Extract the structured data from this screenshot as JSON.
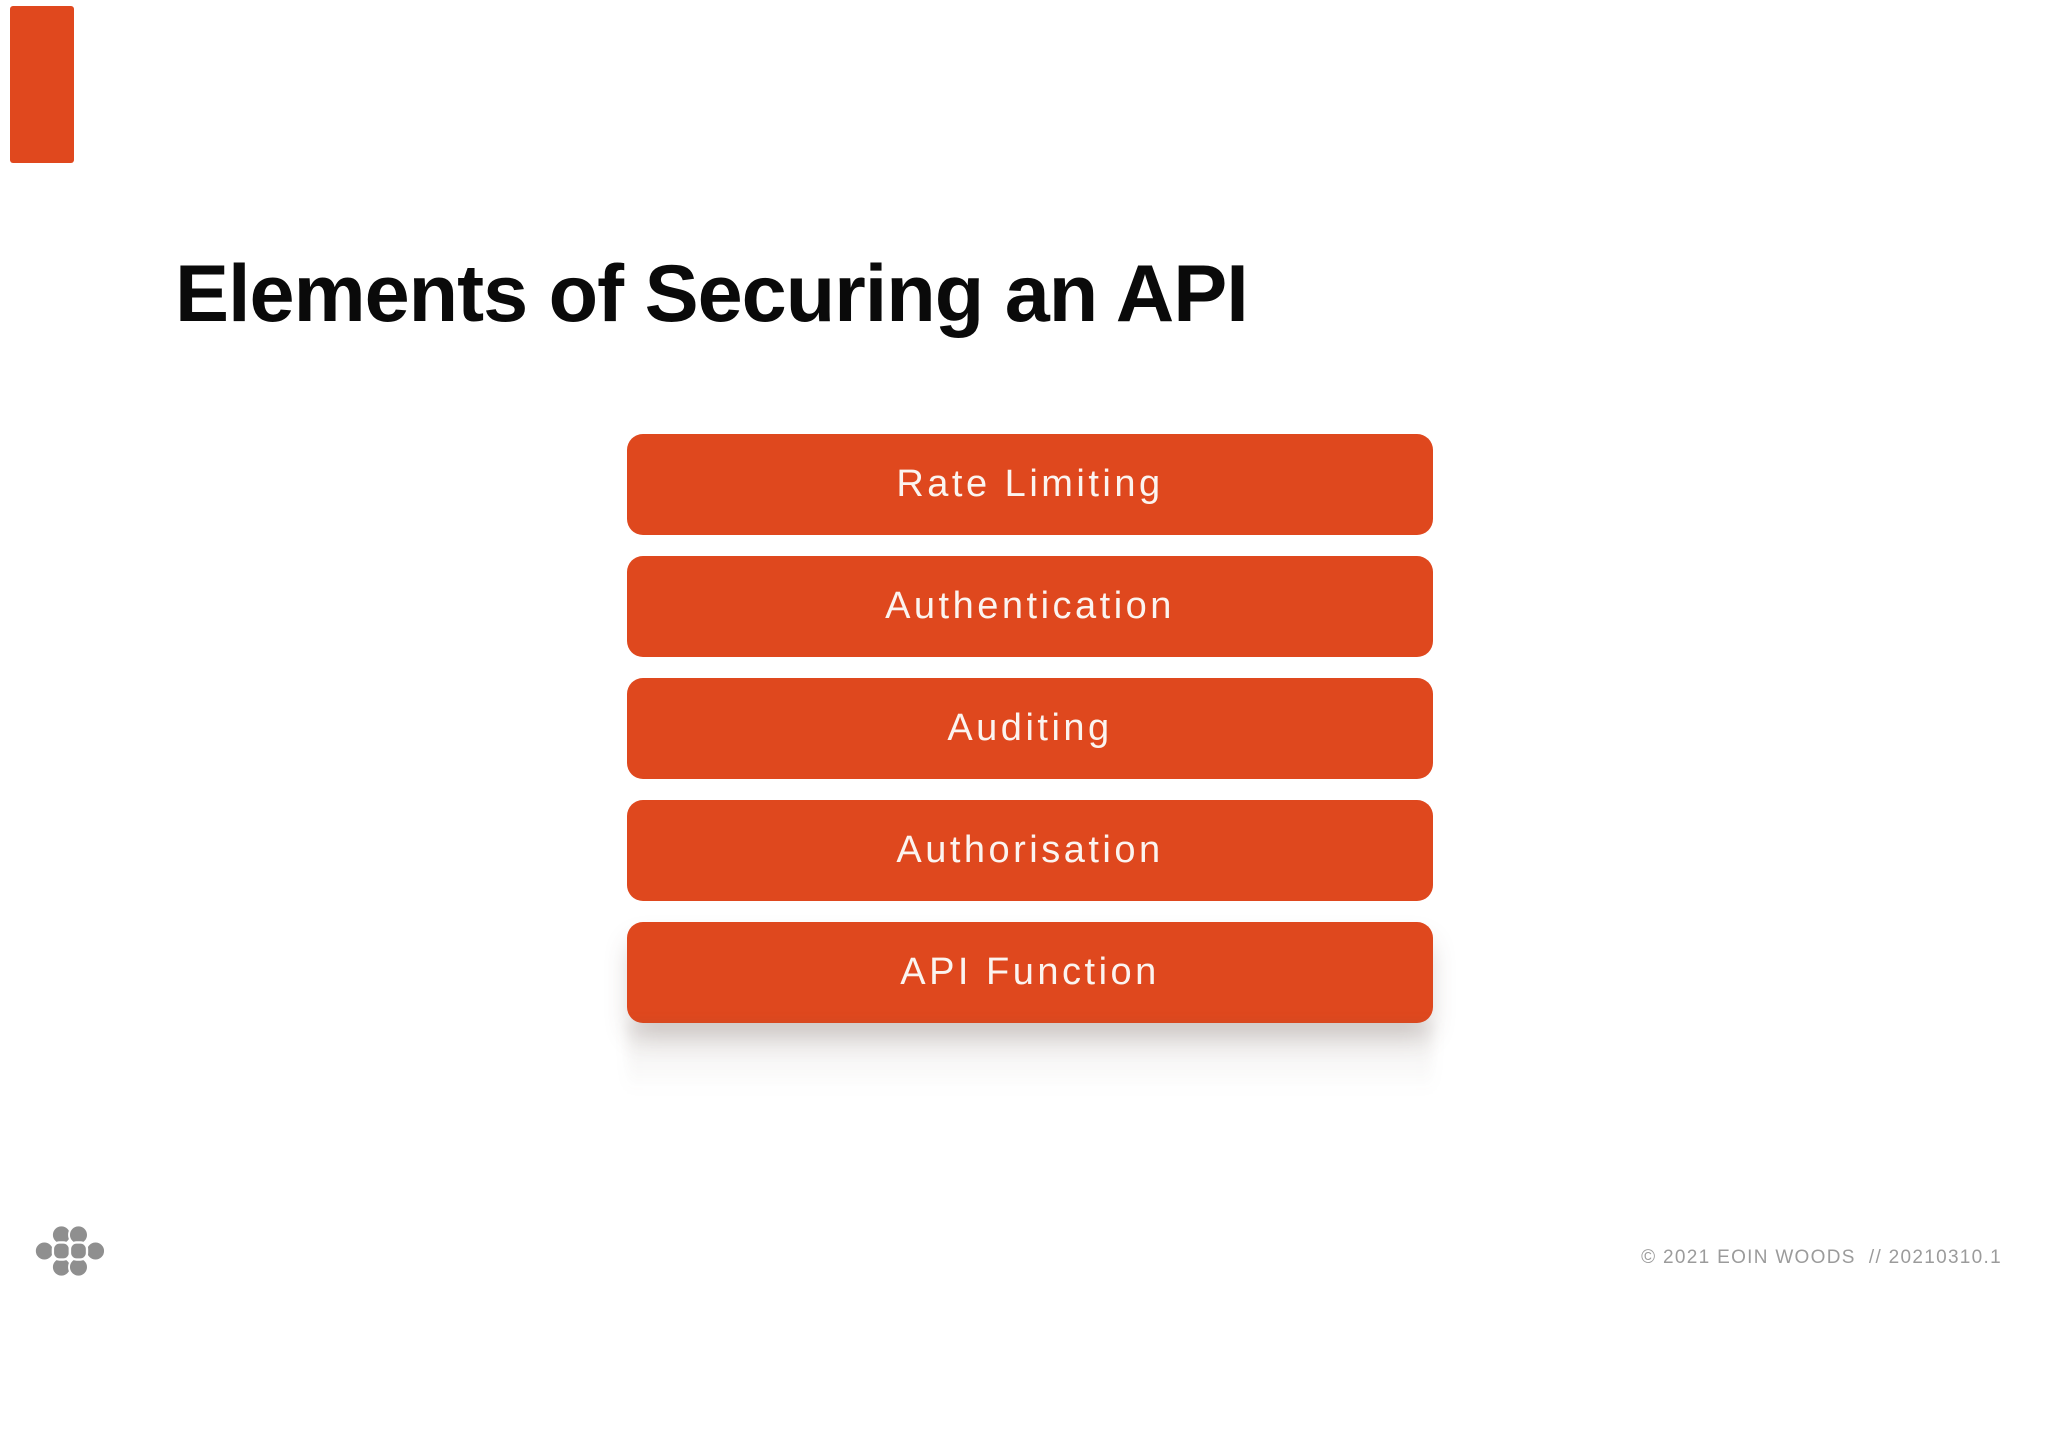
{
  "slide": {
    "title": "Elements of Securing an API",
    "boxes": [
      "Rate Limiting",
      "Authentication",
      "Auditing",
      "Authorisation",
      "API Function"
    ],
    "footer": "© 2021 EOIN WOODS  // 20210310.1"
  },
  "icons": {
    "brand_logo": "flower-logo"
  },
  "colors": {
    "accent_red": "#df481e",
    "box_text": "#fbf4f0",
    "title_black": "#0a0a0a",
    "footer_gray": "#9b9b9b",
    "logo_gray": "#8f8f8f",
    "background": "#ffffff"
  }
}
